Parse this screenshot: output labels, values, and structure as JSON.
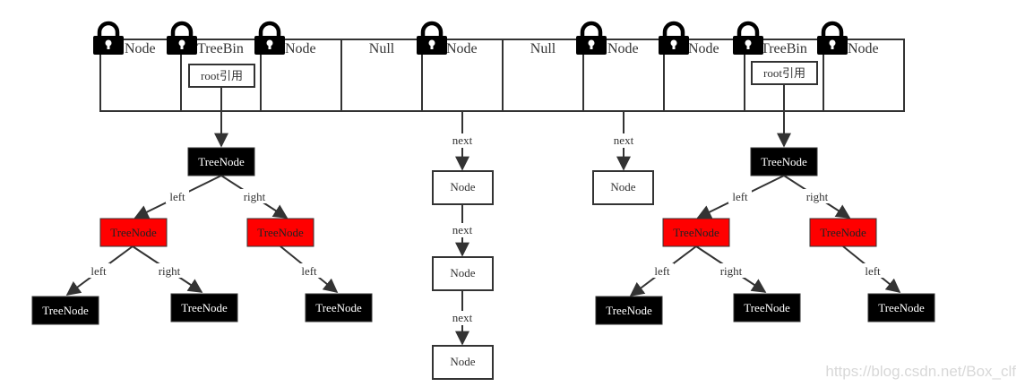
{
  "colors": {
    "black_node": "#000000",
    "red_node": "#ff0000",
    "line": "#333333",
    "lock": "#000000",
    "watermark": "#d8d8d8"
  },
  "table": {
    "buckets": [
      {
        "label": "Node",
        "locked": true
      },
      {
        "label": "TreeBin",
        "locked": true,
        "root_ref": "root引用"
      },
      {
        "label": "Node",
        "locked": true
      },
      {
        "label": "Null",
        "locked": false
      },
      {
        "label": "Node",
        "locked": true
      },
      {
        "label": "Null",
        "locked": false
      },
      {
        "label": "Node",
        "locked": true
      },
      {
        "label": "Node",
        "locked": true
      },
      {
        "label": "TreeBin",
        "locked": true,
        "root_ref": "root引用"
      },
      {
        "label": "Node",
        "locked": true
      }
    ]
  },
  "icons": {
    "lock": "padlock-icon"
  },
  "trees": {
    "left": {
      "root": "TreeNode",
      "children": [
        {
          "label": "TreeNode",
          "color": "red",
          "edge": "left",
          "children": [
            {
              "label": "TreeNode",
              "color": "black",
              "edge": "left"
            },
            {
              "label": "TreeNode",
              "color": "black",
              "edge": "right"
            }
          ]
        },
        {
          "label": "TreeNode",
          "color": "red",
          "edge": "right",
          "children": [
            {
              "label": "TreeNode",
              "color": "black",
              "edge": "left"
            }
          ]
        }
      ]
    },
    "right": {
      "root": "TreeNode",
      "children": [
        {
          "label": "TreeNode",
          "color": "red",
          "edge": "left",
          "children": [
            {
              "label": "TreeNode",
              "color": "black",
              "edge": "left"
            },
            {
              "label": "TreeNode",
              "color": "black",
              "edge": "right"
            }
          ]
        },
        {
          "label": "TreeNode",
          "color": "red",
          "edge": "right",
          "children": [
            {
              "label": "TreeNode",
              "color": "black",
              "edge": "left"
            }
          ]
        }
      ]
    }
  },
  "lists": {
    "long": [
      "Node",
      "Node",
      "Node"
    ],
    "short": [
      "Node"
    ]
  },
  "edge_labels": {
    "left": "left",
    "right": "right",
    "next": "next"
  },
  "watermark": "https://blog.csdn.net/Box_clf"
}
